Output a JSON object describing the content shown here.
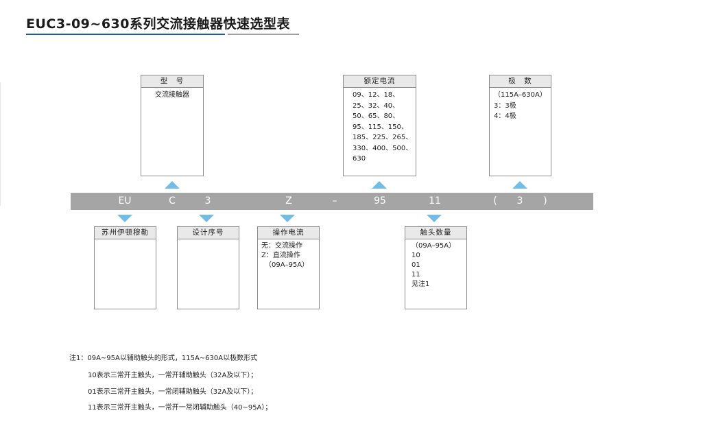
{
  "title": "EUC3-09~630系列交流接触器快速选型表",
  "colors": {
    "title_underline_primary": "#1f5aa6",
    "title_underline_secondary": "#a0a0a0",
    "code_bar": "#a5a5a5",
    "arrow": "#72bde8",
    "box_header": "#e9e9e9",
    "box_border": "#8a8a8a"
  },
  "code_bar": {
    "segments": [
      {
        "id": "brand",
        "label": "EU"
      },
      {
        "id": "type",
        "label": "C"
      },
      {
        "id": "design",
        "label": "3"
      },
      {
        "id": "operation",
        "label": "Z"
      },
      {
        "id": "dash",
        "label": "–"
      },
      {
        "id": "current",
        "label": "95"
      },
      {
        "id": "contacts",
        "label": "11"
      },
      {
        "id": "paren_open",
        "label": "("
      },
      {
        "id": "poles",
        "label": "3"
      },
      {
        "id": "paren_close",
        "label": ")"
      }
    ]
  },
  "top_boxes": {
    "model": {
      "header": "型　号",
      "lines": [
        "交流接触器"
      ]
    },
    "rated_current": {
      "header": "额定电流",
      "lines": [
        "09、12、18、",
        "25、32、40、",
        "50、65、80、",
        "95、115、150、",
        "185、225、265、",
        "330、400、500、",
        "630"
      ]
    },
    "poles": {
      "header": "极　数",
      "lines": [
        "（115A–630A）",
        "3：3极",
        "4：4极"
      ]
    }
  },
  "bottom_boxes": {
    "brand": {
      "header": "苏州伊顿穆勒",
      "lines": []
    },
    "design_no": {
      "header": "设计序号",
      "lines": []
    },
    "operation_current": {
      "header": "操作电流",
      "lines": [
        "无：交流操作",
        "Z：直流操作",
        "　（09A–95A）"
      ]
    },
    "contact_count": {
      "header": "触头数量",
      "lines": [
        "（09A–95A）",
        "10",
        "01",
        "11",
        "见注1"
      ]
    }
  },
  "notes": [
    "注1：09A~95A以辅助触头的形式，115A~630A以极数形式",
    "10表示三常开主触头，一常开辅助触头（32A及以下）；",
    "01表示三常开主触头，一常闭辅助触头（32A及以下）；",
    "11表示三常开主触头，一常开一常闭辅助触头（40~95A）；"
  ]
}
